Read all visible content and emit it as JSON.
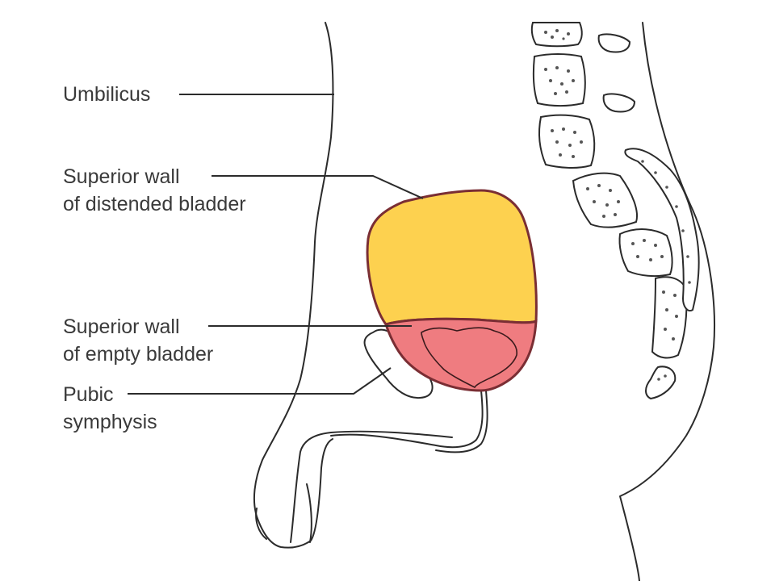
{
  "labels": {
    "umbilicus": "Umbilicus",
    "distended_line1": "Superior wall",
    "distended_line2": "of distended bladder",
    "empty_line1": "Superior wall",
    "empty_line2": "of empty bladder",
    "pubic_line1": "Pubic",
    "pubic_line2": "symphysis"
  },
  "colors": {
    "distended_bladder": "#fdd14f",
    "empty_bladder": "#ef7c80",
    "bladder_outline": "#7a2e34",
    "outline": "#2b2b2b",
    "leader_lines": "#2b2b2b",
    "background": "#ffffff"
  }
}
